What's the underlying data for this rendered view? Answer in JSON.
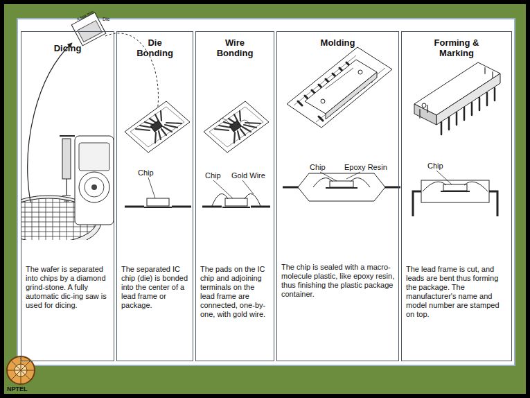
{
  "diagram": {
    "nodes": [
      {
        "text": [
          "Dicing",
          "The wafer is separated into chips by a diamond grind-stone. A fully automatic dic-ing saw is used for dicing."
        ]
      },
      {
        "text": [
          "Die Bonding",
          "The separated IC chip (die) is bonded into the center of a lead frame or package."
        ]
      },
      {
        "text": [
          "Wire Bonding",
          "The pads on the IC chip and adjoining terminals on the lead frame are connected, one-by-one, with gold wire."
        ]
      },
      {
        "text": [
          "Molding",
          "The chip is sealed with a macro-molecule plastic, like epoxy resin, thus finishing the plastic package container."
        ]
      },
      {
        "text": [
          "Forming & Marking",
          "The lead frame is cut, and leads are bent thus forming the package. The manufacturer's name and model number are stamped on top."
        ]
      }
    ],
    "labels": [
      "A few mm",
      "Die",
      "Chip",
      "Chip",
      "Gold Wire",
      "Chip",
      "Epoxy Resin",
      "Chip",
      "NPTEL"
    ]
  }
}
